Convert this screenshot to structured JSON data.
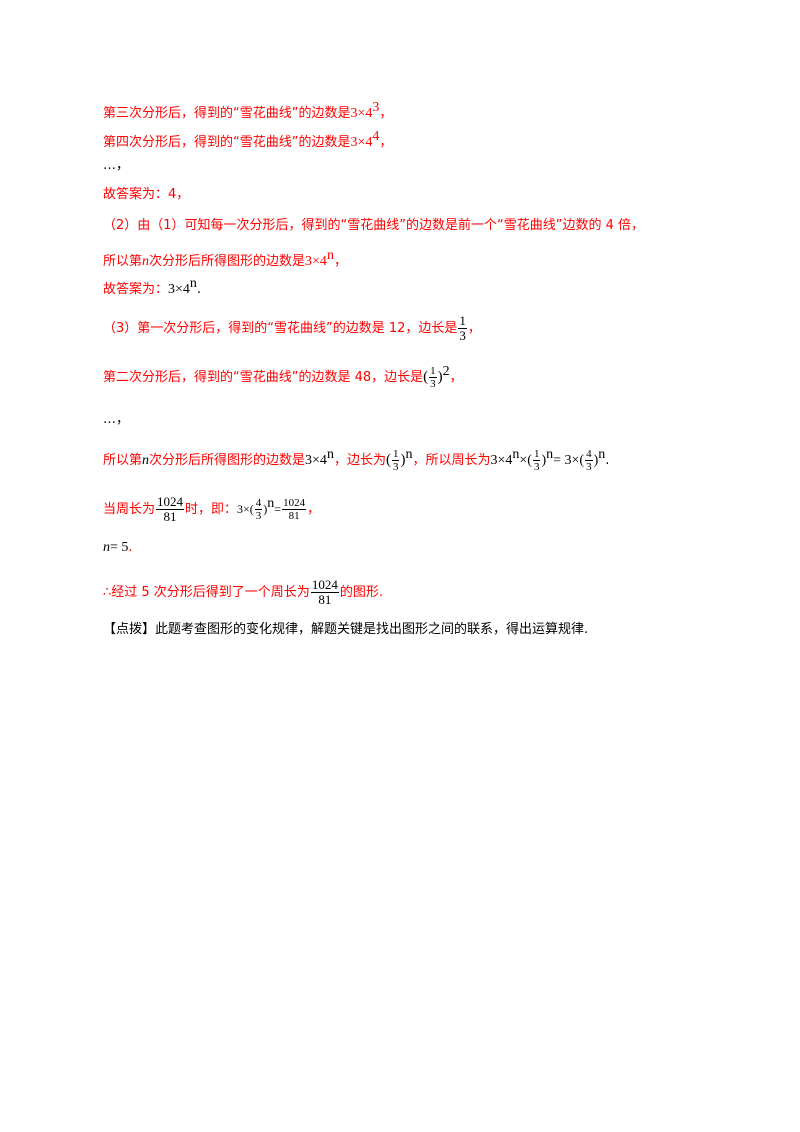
{
  "lines": {
    "l1": {
      "text": "第三次分形后，得到的“雪花曲线”的边数是",
      "expr": "3×4",
      "exp": "3",
      "tail": "，"
    },
    "l2": {
      "text": "第四次分形后，得到的“雪花曲线”的边数是",
      "expr": "3×4",
      "exp": "4",
      "tail": "，"
    },
    "l3": {
      "text": "…，"
    },
    "l4": {
      "text": "故答案为：4，"
    },
    "l5": {
      "text": "（2）由（1）可知每一次分形后，得到的“雪花曲线”的边数是前一个“雪花曲线”边数的 4 倍，"
    },
    "l6": {
      "pre": "所以第",
      "n": "n",
      "text": "次分形后所得图形的边数是",
      "expr": "3×4",
      "exp": "n",
      "tail": "，"
    },
    "l7": {
      "text": "故答案为：",
      "expr": "3×4",
      "exp": "n",
      "tail": "."
    },
    "l8": {
      "text": "（3）第一次分形后，得到的“雪花曲线”的边数是 12，边长是",
      "num": "1",
      "den": "3",
      "tail": "，"
    },
    "l9": {
      "text": "第二次分形后，得到的“雪花曲线”的边数是 48，边长是",
      "lp": "(",
      "num": "1",
      "den": "3",
      "rp": ")",
      "exp": "2",
      "tail": "，"
    },
    "l10": {
      "text": "…，"
    },
    "l11": {
      "pre": "所以第",
      "n": "n",
      "text": "次分形后所得图形的边数是",
      "expr1": "3×4",
      "exp1": "n",
      "mid1": "，边长为",
      "lp": "(",
      "num1": "1",
      "den1": "3",
      "rp": ")",
      "exp2": "n",
      "mid2": "，所以周长为",
      "expr3": "3×4",
      "exp3": "n",
      "times": "×(",
      "num2": "1",
      "den2": "3",
      "close": ")",
      "exp4": "n",
      "eq": "= 3×(",
      "num3": "4",
      "den3": "3",
      "close2": ")",
      "exp5": "n",
      "tail": "."
    },
    "l12": {
      "text": "当周长为",
      "num": "1024",
      "den": "81",
      "mid": "时，即：",
      "expr": "3×(",
      "num2": "4",
      "den2": "3",
      "close": ")",
      "exp": "n",
      "eq": "=",
      "num3": "1024",
      "den3": "81",
      "tail": "，"
    },
    "l13": {
      "n": "n",
      "expr": "= 5",
      "tail": "."
    },
    "l14": {
      "text": "∴经过 5 次分形后得到了一个周长为",
      "num": "1024",
      "den": "81",
      "tail": "的图形."
    },
    "l15": {
      "text": "【点拨】此题考查图形的变化规律，解题关键是找出图形之间的联系，得出运算规律."
    }
  }
}
